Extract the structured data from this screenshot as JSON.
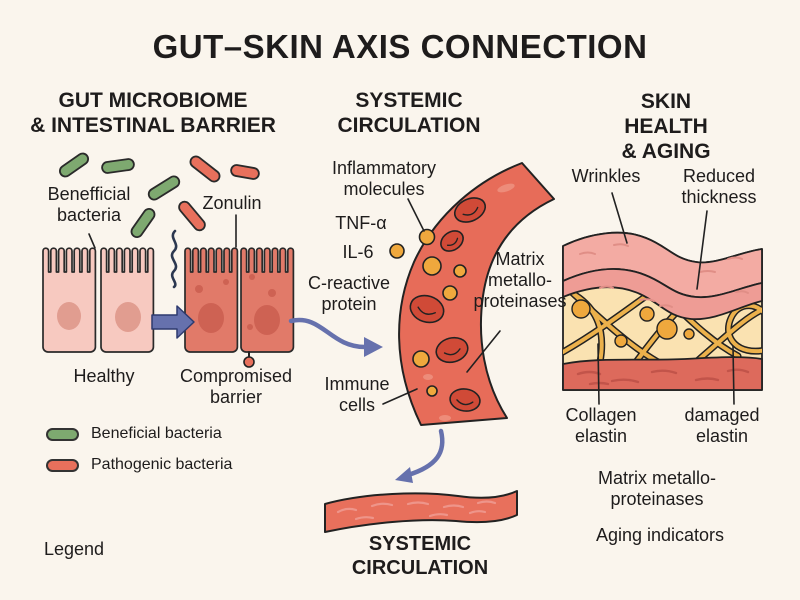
{
  "title": "GUT–SKIN AXIS CONNECTION",
  "colors": {
    "background": "#faf5ed",
    "text": "#1e1c1c",
    "beneficial_green": "#7ea970",
    "pathogenic_red": "#e8705c",
    "healthy_cell": "#f7c9c0",
    "compromised_cell": "#e17a69",
    "arrow_blue": "#6671ad",
    "vessel_red": "#e76c59",
    "red_blood_cell": "#d04a37",
    "molecule_orange": "#efa83d",
    "epidermis_pink": "#f3aba3",
    "dermis_cream": "#fae2b1",
    "fiber_orange": "#ecb14b",
    "hypodermis_red": "#dd6a5c"
  },
  "panels": {
    "gut": {
      "heading": "GUT MICROBIOME\n& INTESTINAL BARRIER",
      "labels": {
        "beneficial_bacteria": "Benefficial\nbacteria",
        "zonulin": "Zonulin",
        "healthy": "Healthy",
        "compromised": "Compromised\nbarrier"
      }
    },
    "circulation": {
      "heading": "SYSTEMIC\nCIRCULATION",
      "labels": {
        "inflammatory": "Inflammatory\nmolecules",
        "tnf": "TNF-α",
        "il6": "IL-6",
        "crp": "C-reactive\nprotein",
        "immune": "Immune\ncells",
        "mmp": "Matrix\nmetallo-\nproteinases",
        "systemic_bottom": "SYSTEMIC\nCIRCULATION"
      }
    },
    "skin": {
      "heading": "SKIN HEALTH\n& AGING",
      "labels": {
        "wrinkles": "Wrinkles",
        "reduced_thickness": "Reduced\nthickness",
        "collagen_elastin": "Collagen\nelastin",
        "damaged_elastin": "damaged\nelastin",
        "mmp": "Matrix metallo-\nproteinases",
        "aging_indicators": "Aging indicators"
      }
    }
  },
  "legend": {
    "title": "Legend",
    "items": [
      {
        "label": "Beneficial bacteria",
        "color": "#7ea970",
        "icon": "beneficial-bacteria-pill-icon"
      },
      {
        "label": "Pathogenic bacteria",
        "color": "#e8705c",
        "icon": "pathogenic-bacteria-pill-icon"
      }
    ]
  }
}
